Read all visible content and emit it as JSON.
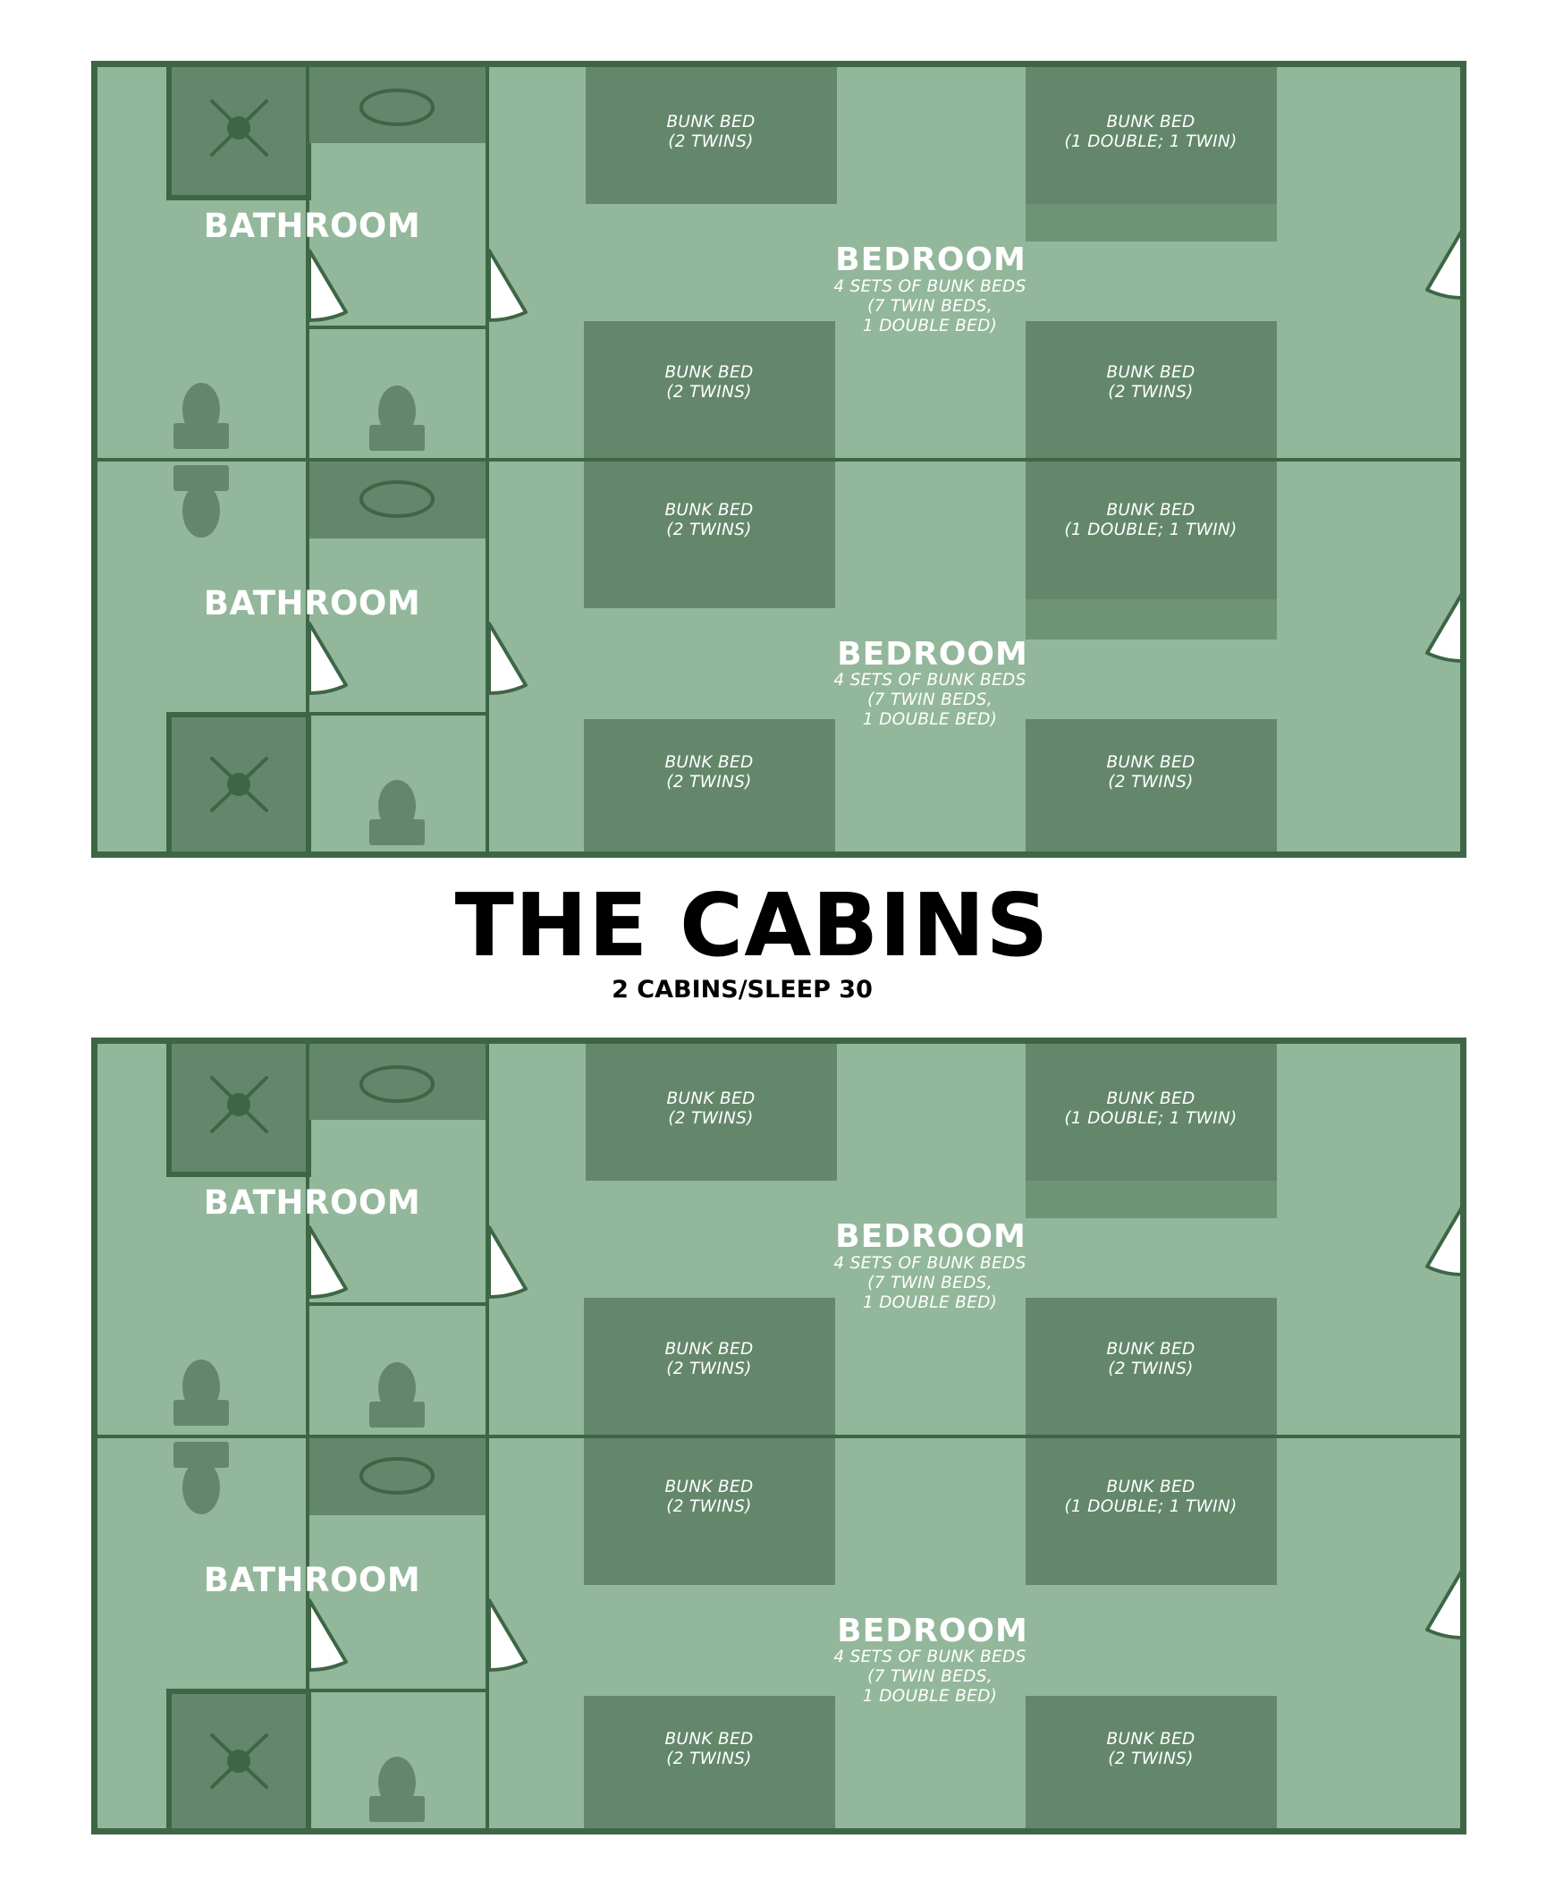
{
  "title": "THE CABINS",
  "subtitle": "2 CABINS/SLEEP 30",
  "colors": {
    "floor": "#93b79a",
    "furniture": "#64876b",
    "double_strip": "#6e9375",
    "wall": "#3d6645",
    "door": "#ffffff",
    "label": "#ffffff",
    "title": "#000000"
  },
  "floorplans": [
    {
      "units": [
        {
          "bathroom_label": "BATHROOM",
          "bedroom": {
            "title": "BEDROOM",
            "description": [
              "4 SETS OF BUNK BEDS",
              "(7 TWIN BEDS,",
              "1 DOUBLE BED)"
            ]
          },
          "bunks": [
            {
              "line1": "BUNK BED",
              "line2": "(2 TWINS)"
            },
            {
              "line1": "BUNK BED",
              "line2": "(1 DOUBLE; 1 TWIN)"
            },
            {
              "line1": "BUNK BED",
              "line2": "(2 TWINS)"
            },
            {
              "line1": "BUNK BED",
              "line2": "(2 TWINS)"
            }
          ]
        },
        {
          "bathroom_label": "BATHROOM",
          "bedroom": {
            "title": "BEDROOM",
            "description": [
              "4 SETS OF BUNK BEDS",
              "(7 TWIN BEDS,",
              "1 DOUBLE BED)"
            ]
          },
          "bunks": [
            {
              "line1": "BUNK BED",
              "line2": "(2 TWINS)"
            },
            {
              "line1": "BUNK BED",
              "line2": "(1 DOUBLE; 1 TWIN)"
            },
            {
              "line1": "BUNK BED",
              "line2": "(2 TWINS)"
            },
            {
              "line1": "BUNK BED",
              "line2": "(2 TWINS)"
            }
          ]
        }
      ]
    },
    {
      "units": [
        {
          "bathroom_label": "BATHROOM",
          "bedroom": {
            "title": "BEDROOM",
            "description": [
              "4 SETS OF BUNK BEDS",
              "(7 TWIN BEDS,",
              "1 DOUBLE BED)"
            ]
          },
          "bunks": [
            {
              "line1": "BUNK BED",
              "line2": "(2 TWINS)"
            },
            {
              "line1": "BUNK BED",
              "line2": "(1 DOUBLE; 1 TWIN)"
            },
            {
              "line1": "BUNK BED",
              "line2": "(2 TWINS)"
            },
            {
              "line1": "BUNK BED",
              "line2": "(2 TWINS)"
            }
          ]
        },
        {
          "bathroom_label": "BATHROOM",
          "bedroom": {
            "title": "BEDROOM",
            "description": [
              "4 SETS OF BUNK BEDS",
              "(7 TWIN BEDS,",
              "1 DOUBLE BED)"
            ]
          },
          "bunks": [
            {
              "line1": "BUNK BED",
              "line2": "(2 TWINS)"
            },
            {
              "line1": "BUNK BED",
              "line2": "(1 DOUBLE; 1 TWIN)"
            },
            {
              "line1": "BUNK BED",
              "line2": "(2 TWINS)"
            },
            {
              "line1": "BUNK BED",
              "line2": "(2 TWINS)"
            }
          ]
        }
      ]
    }
  ]
}
